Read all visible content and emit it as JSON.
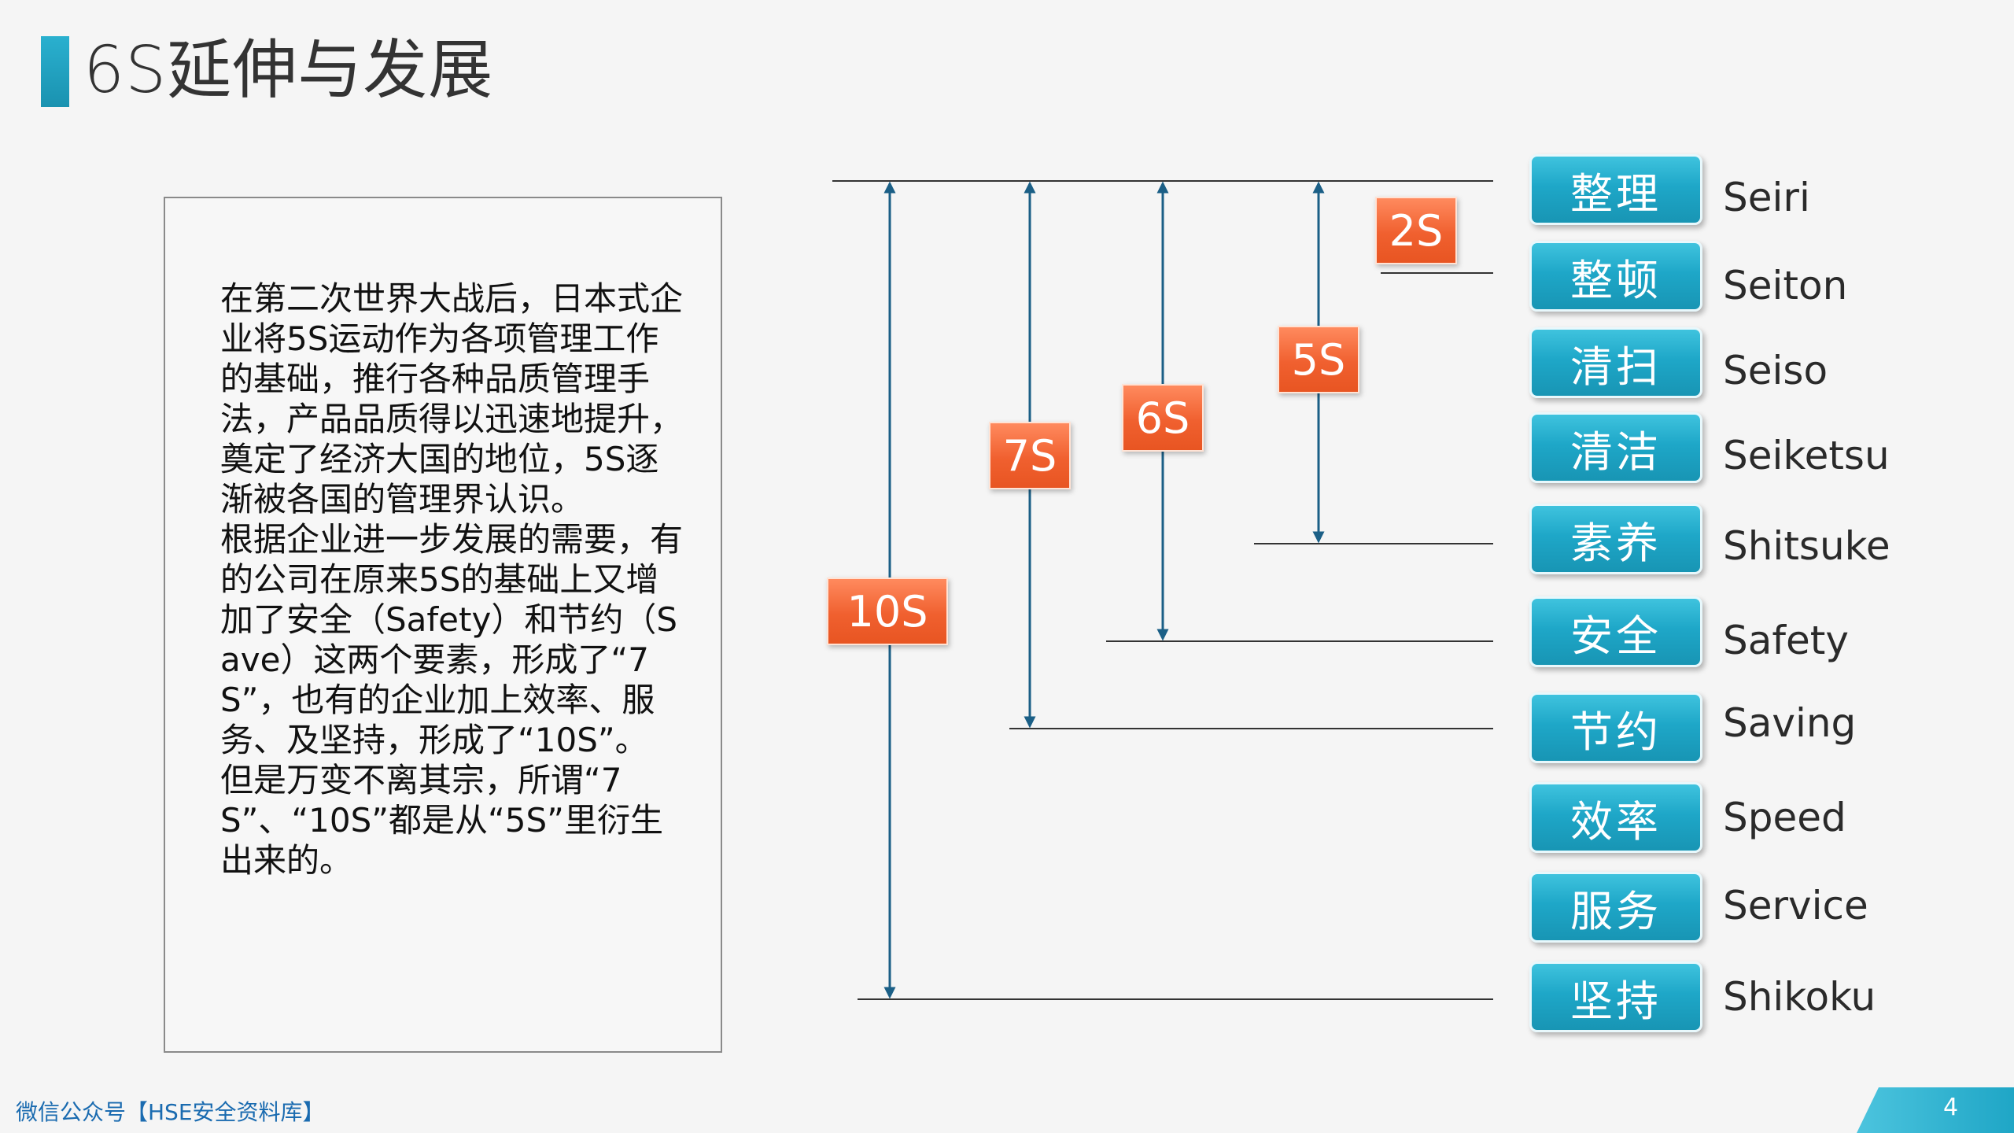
{
  "title": "6S延伸与发展",
  "paragraph": "在第二次世界大战后，日本式企业将5S运动作为各项管理工作的基础，推行各种品质管理手法，产品品质得以迅速地提升，奠定了经济大国的地位，5S逐渐被各国的管理界认识。\n根据企业进一步发展的需要，有的公司在原来5S的基础上又增加了安全（Safety）和节约（Save）这两个要素，形成了“7S”，也有的企业加上效率、服务、及坚持，形成了“10S”。\n但是万变不离其宗，所谓“7S”、“10S”都是从“5S”里衍生出来的。",
  "badges": {
    "s2": "2S",
    "s5": "5S",
    "s6": "6S",
    "s7": "7S",
    "s10": "10S"
  },
  "items": [
    {
      "zh": "整理",
      "en": "Seiri"
    },
    {
      "zh": "整顿",
      "en": "Seiton"
    },
    {
      "zh": "清扫",
      "en": "Seiso"
    },
    {
      "zh": "清洁",
      "en": "Seiketsu"
    },
    {
      "zh": "素养",
      "en": "Shitsuke"
    },
    {
      "zh": "安全",
      "en": "Safety"
    },
    {
      "zh": "节约",
      "en": "Saving"
    },
    {
      "zh": "效率",
      "en": "Speed"
    },
    {
      "zh": "服务",
      "en": "Service"
    },
    {
      "zh": "坚持",
      "en": "Shikoku"
    }
  ],
  "footer": "微信公众号【HSE安全资料库】",
  "page_number": "4",
  "colors": {
    "accent_blue": "#1ea7c8",
    "badge_orange": "#f0602f",
    "line_blue": "#1b5f86"
  }
}
